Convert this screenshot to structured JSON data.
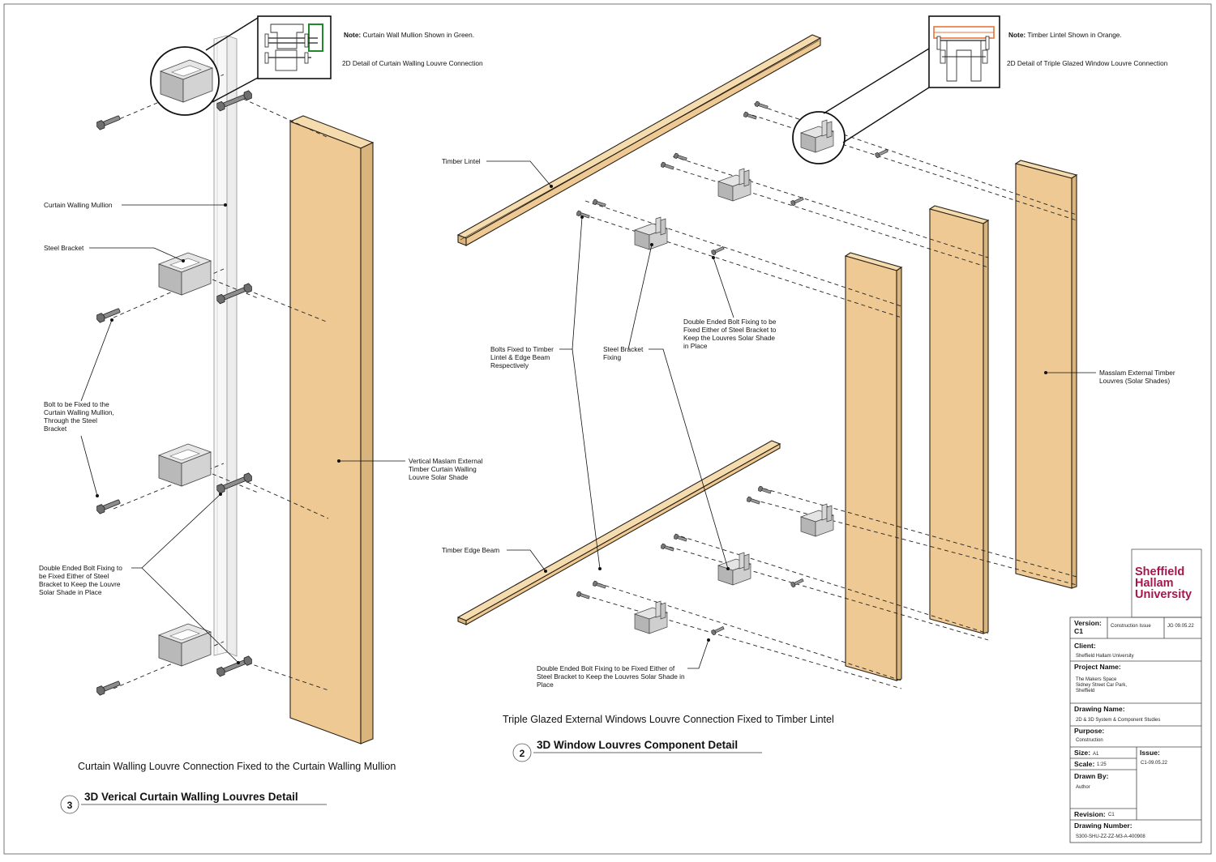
{
  "notes": {
    "left_note_bold": "Note:",
    "left_note": "Curtain Wall Mullion Shown in Green.",
    "left_detail": "2D Detail of Curtain Walling Louvre Connection",
    "right_note_bold": "Note:",
    "right_note": "Timber Lintel Shown in Orange.",
    "right_detail": "2D Detail of Triple Glazed Window Louvre Connection"
  },
  "left_labels": {
    "mullion": "Curtain Walling Mullion",
    "steel_bracket": "Steel Bracket",
    "bolt": [
      "Bolt to be Fixed to the",
      "Curtain Walling Mullion,",
      "Through the Steel",
      "Bracket"
    ],
    "double_bolt": [
      "Double Ended Bolt Fixing to",
      "be Fixed Either of Steel",
      "Bracket to Keep the Louvre",
      "Solar Shade in Place"
    ],
    "vertical_louvre": [
      "Vertical Maslam External",
      "Timber Curtain Walling",
      "Louvre Solar Shade"
    ]
  },
  "right_labels": {
    "timber_lintel": "Timber Lintel",
    "timber_edge_beam": "Timber Edge Beam",
    "bolts_fixed": [
      "Bolts Fixed to Timber",
      "Lintel & Edge Beam",
      "Respectively"
    ],
    "steel_bracket_fixing": [
      "Steel Bracket",
      "Fixing"
    ],
    "double_bolt_upper": [
      "Double Ended Bolt Fixing to be",
      "Fixed Either of Steel Bracket to",
      "Keep the Louvres Solar Shade",
      "in Place"
    ],
    "double_bolt_lower": [
      "Double Ended Bolt Fixing to be Fixed Either of",
      "Steel Bracket to Keep the Louvres Solar Shade in",
      "Place"
    ],
    "masslam": [
      "Masslam External Timber",
      "Louvres (Solar Shades)"
    ]
  },
  "views": {
    "left_caption": "Curtain Walling Louvre Connection Fixed to the Curtain Walling Mullion",
    "left_number": "3",
    "left_title": "3D Verical Curtain Walling Louvres Detail",
    "right_caption": "Triple Glazed External Windows  Louvre Connection Fixed to Timber Lintel",
    "right_number": "2",
    "right_title": "3D Window Louvres Component Detail"
  },
  "title_block": {
    "logo_lines": [
      "Sheffield",
      "Hallam",
      "University"
    ],
    "logo_color": "#a3174e",
    "version_label": "Version:",
    "version": "C1",
    "status": "Construction Issue",
    "status_ref": "JG 09.05.22",
    "client_label": "Client:",
    "client": "Sheffield Hallam University",
    "project_label": "Project Name:",
    "project_lines": [
      "The Makers Space",
      "Sidney Street Car Park,",
      "Sheffield"
    ],
    "drawing_name_label": "Drawing Name:",
    "drawing_name": "2D & 3D System & Component Studies",
    "purpose_label": "Purpose:",
    "purpose": "Construction",
    "size_label": "Size:",
    "size": "A1",
    "issue_label": "Issue:",
    "issue": "C1-09.05.22",
    "scale_label": "Scale:",
    "scale": "1:25",
    "drawn_by_label": "Drawn By:",
    "drawn_by": "Author",
    "revision_label": "Revision:",
    "revision": "C1",
    "drawing_number_label": "Drawing Number:",
    "drawing_number": "S300-SHU-ZZ-ZZ-M3-A-400908"
  },
  "colors": {
    "timber": "#eec993",
    "mullion_highlight": "#1f8a2a",
    "lintel_highlight": "#e8743b",
    "steel": "#c8c8c8"
  }
}
